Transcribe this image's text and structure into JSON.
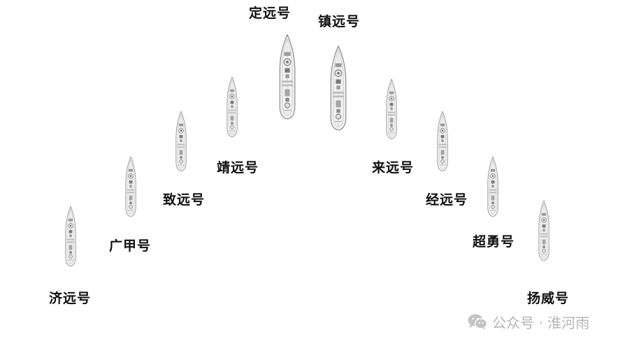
{
  "ships": [
    {
      "key": "dingyuan",
      "name": "定远号"
    },
    {
      "key": "zhenyuan",
      "name": "镇远号"
    },
    {
      "key": "jingyuan",
      "name": "靖远号"
    },
    {
      "key": "laiyuan",
      "name": "来远号"
    },
    {
      "key": "zhiyuan",
      "name": "致远号"
    },
    {
      "key": "jingyuan2",
      "name": "经远号"
    },
    {
      "key": "guangjia",
      "name": "广甲号"
    },
    {
      "key": "chaoyong",
      "name": "超勇号"
    },
    {
      "key": "jiyuan",
      "name": "济远号"
    },
    {
      "key": "yangwei",
      "name": "扬威号"
    }
  ],
  "watermark": {
    "text": "公众号 · 淮河雨",
    "icon": "wechat-icon"
  }
}
